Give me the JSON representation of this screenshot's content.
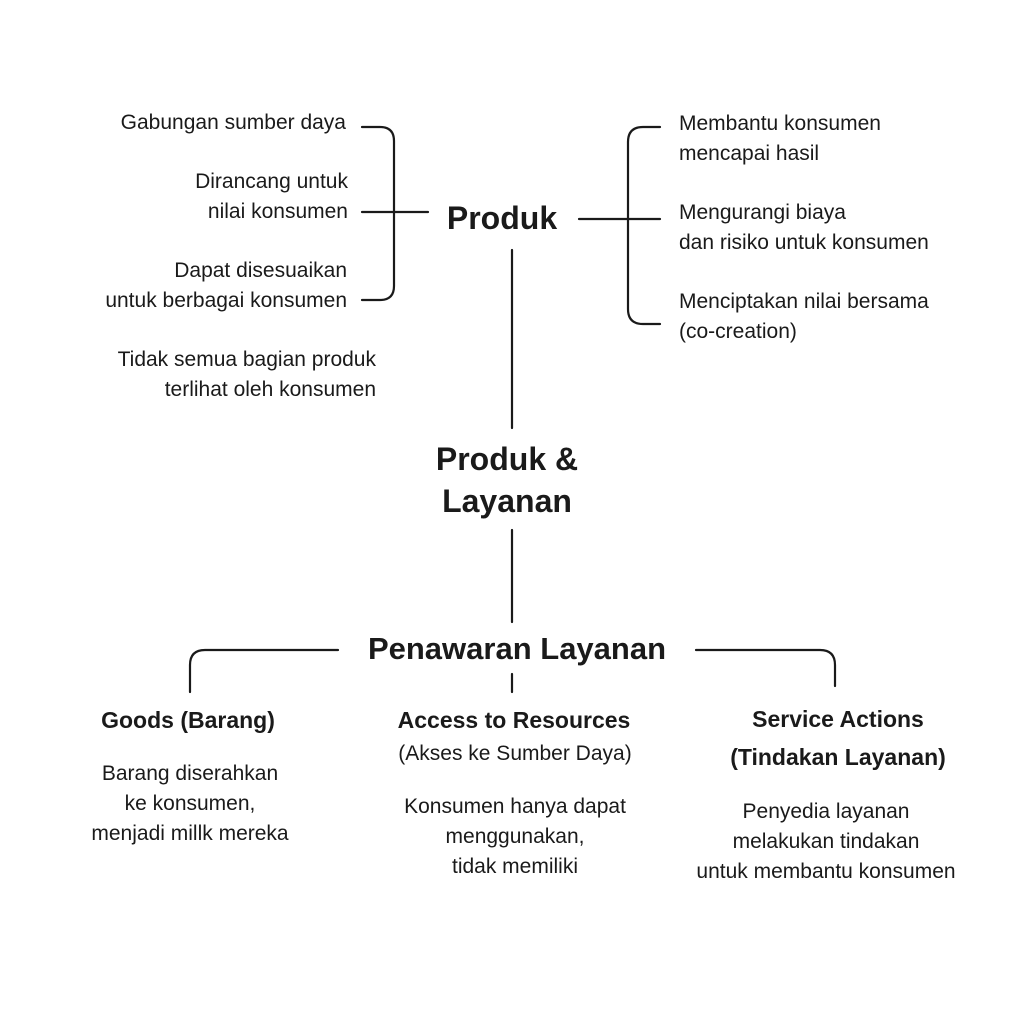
{
  "product": {
    "title": "Produk",
    "left": [
      [
        "Gabungan sumber daya"
      ],
      [
        "Dirancang untuk",
        "nilai konsumen"
      ],
      [
        "Dapat disesuaikan",
        "untuk berbagai konsumen"
      ]
    ],
    "note": [
      "Tidak semua bagian produk",
      "terlihat oleh konsumen"
    ],
    "right": [
      [
        "Membantu konsumen",
        "mencapai hasil"
      ],
      [
        "Mengurangi biaya",
        "dan risiko untuk konsumen"
      ],
      [
        "Menciptakan nilai bersama",
        "(co-creation)"
      ]
    ]
  },
  "center": {
    "title": [
      "Produk &",
      "Layanan"
    ]
  },
  "offering": {
    "title": "Penawaran Layanan",
    "types": [
      {
        "title": "Goods (Barang)",
        "subtitle": "",
        "desc": [
          "Barang diserahkan",
          "ke konsumen,",
          "menjadi millk mereka"
        ]
      },
      {
        "title": "Access to Resources",
        "subtitle": "(Akses ke Sumber Daya)",
        "desc": [
          "Konsumen hanya dapat",
          "menggunakan,",
          "tidak memiliki"
        ]
      },
      {
        "title": "Service Actions",
        "subtitle": "(Tindakan Layanan)",
        "desc": [
          "Penyedia layanan",
          "melakukan tindakan",
          "untuk membantu konsumen"
        ]
      }
    ]
  }
}
